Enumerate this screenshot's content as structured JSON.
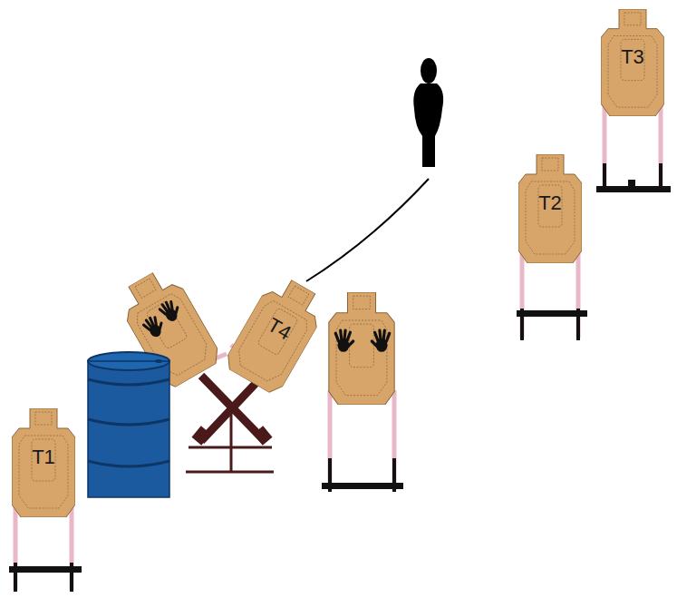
{
  "diagram": {
    "nodes": [
      {
        "text": [
          "T3"
        ]
      },
      {
        "text": [
          "T2"
        ]
      },
      {
        "text": [
          "T4"
        ]
      },
      {
        "text": [
          "T1"
        ]
      }
    ]
  }
}
